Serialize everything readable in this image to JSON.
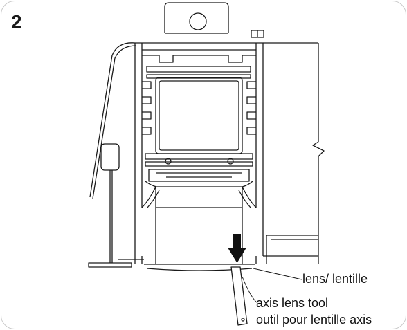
{
  "step_number": "2",
  "labels": {
    "lens": "lens/ lentille",
    "tool_en": "axis lens tool",
    "tool_fr": "outil pour lentille axis"
  },
  "colors": {
    "line": "#1a1a1a",
    "border": "#c8c8c8",
    "arrow": "#111111"
  }
}
